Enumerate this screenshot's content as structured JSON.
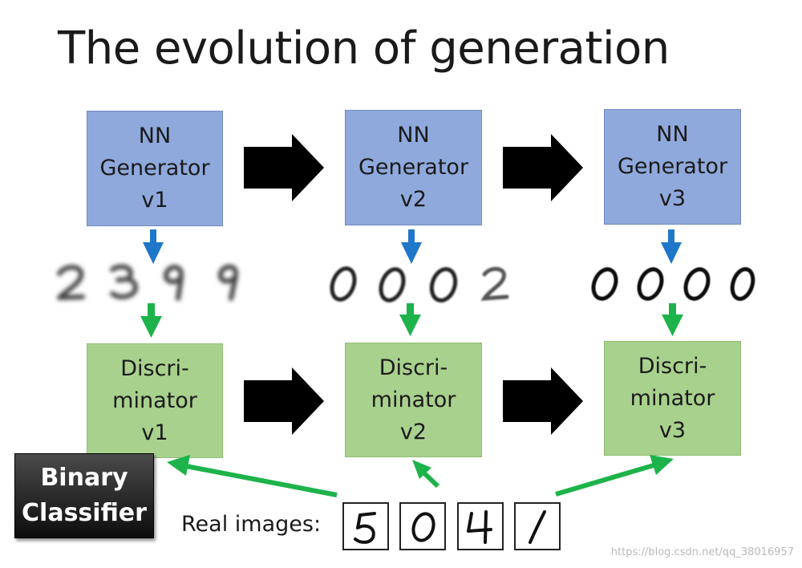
{
  "title": "The evolution of generation",
  "generators": [
    {
      "line1": "NN",
      "line2": "Generator",
      "line3": "v1"
    },
    {
      "line1": "NN",
      "line2": "Generator",
      "line3": "v2"
    },
    {
      "line1": "NN",
      "line2": "Generator",
      "line3": "v3"
    }
  ],
  "discriminators": [
    {
      "line1": "Discri-",
      "line2": "minator",
      "line3": "v1"
    },
    {
      "line1": "Discri-",
      "line2": "minator",
      "line3": "v2"
    },
    {
      "line1": "Discri-",
      "line2": "minator",
      "line3": "v3"
    }
  ],
  "badge": {
    "line1": "Binary",
    "line2": "Classifier"
  },
  "real_images_label": "Real images:",
  "generated_samples": [
    {
      "version": "v1",
      "digits": "2 3 9 9"
    },
    {
      "version": "v2",
      "digits": "0 0 0 2"
    },
    {
      "version": "v3",
      "digits": "0 0 0 0"
    }
  ],
  "real_digits": "5 0 4 1",
  "watermark": "https://blog.csdn.net/qq_38016957",
  "colors": {
    "generator_fill": "#8fa9dc",
    "discriminator_fill": "#a9d18e",
    "blue_arrow": "#1f77c9",
    "green_arrow": "#1db34a",
    "black_arrow": "#000000"
  }
}
